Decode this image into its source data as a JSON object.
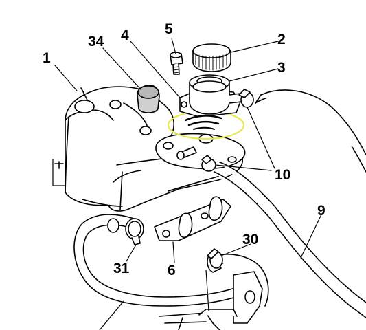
{
  "diagram": {
    "callouts": {
      "c1": "1",
      "c34": "34",
      "c4": "4",
      "c5": "5",
      "c2": "2",
      "c3": "3",
      "c10": "10",
      "c9": "9",
      "c30": "30",
      "c31": "31",
      "c6": "6"
    },
    "colors": {
      "line": "#000000",
      "highlight_ellipse": "#e8e850",
      "background": "#ffffff"
    }
  }
}
